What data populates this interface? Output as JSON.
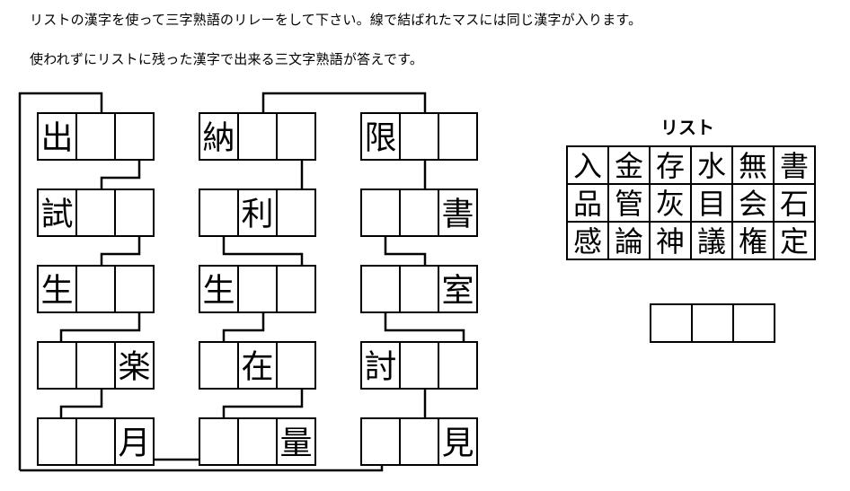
{
  "instructions": {
    "line1": "リストの漢字を使って三字熟語のリレーをして下さい。線で結ばれたマスには同じ漢字が入ります。",
    "line2": "使われずにリストに残った漢字で出来る三文字熟語が答えです。"
  },
  "puzzle": {
    "columns": [
      {
        "name": "left-column",
        "rows": [
          {
            "cells": [
              "出",
              "",
              ""
            ]
          },
          {
            "cells": [
              "試",
              "",
              ""
            ]
          },
          {
            "cells": [
              "生",
              "",
              ""
            ]
          },
          {
            "cells": [
              "",
              "",
              "楽"
            ]
          },
          {
            "cells": [
              "",
              "",
              "月"
            ]
          }
        ]
      },
      {
        "name": "middle-column",
        "rows": [
          {
            "cells": [
              "納",
              "",
              ""
            ]
          },
          {
            "cells": [
              "",
              "利",
              ""
            ]
          },
          {
            "cells": [
              "生",
              "",
              ""
            ]
          },
          {
            "cells": [
              "",
              "在",
              ""
            ]
          },
          {
            "cells": [
              "",
              "",
              "量"
            ]
          }
        ]
      },
      {
        "name": "right-column",
        "rows": [
          {
            "cells": [
              "限",
              "",
              ""
            ]
          },
          {
            "cells": [
              "",
              "",
              "書"
            ]
          },
          {
            "cells": [
              "",
              "",
              "室"
            ]
          },
          {
            "cells": [
              "討",
              "",
              ""
            ]
          },
          {
            "cells": [
              "",
              "",
              "見"
            ]
          }
        ]
      }
    ]
  },
  "list": {
    "title": "リスト",
    "rows": [
      [
        "入",
        "金",
        "存",
        "水",
        "無",
        "書"
      ],
      [
        "品",
        "管",
        "灰",
        "目",
        "会",
        "石"
      ],
      [
        "感",
        "論",
        "神",
        "議",
        "権",
        "定"
      ]
    ]
  },
  "answer": {
    "cells": [
      "",
      "",
      ""
    ]
  },
  "colors": {
    "background": "#ffffff",
    "ink": "#000000"
  }
}
